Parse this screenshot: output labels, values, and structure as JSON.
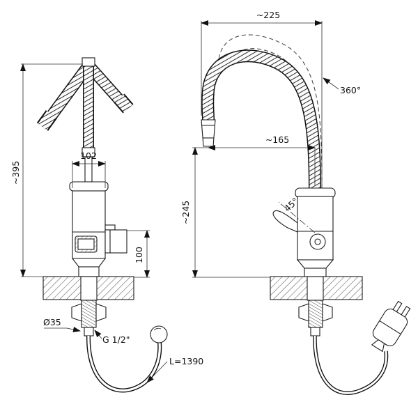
{
  "labels": {
    "height_total": "~395",
    "body_width": "102",
    "body_height": "100",
    "shank_diameter": "Ø35",
    "thread_size": "G 1/2\"",
    "cable_length": "L=1390",
    "top_width": "~225",
    "swivel_angle": "360°",
    "spout_reach": "~165",
    "spout_height": "~245",
    "handle_angle": "45°"
  }
}
